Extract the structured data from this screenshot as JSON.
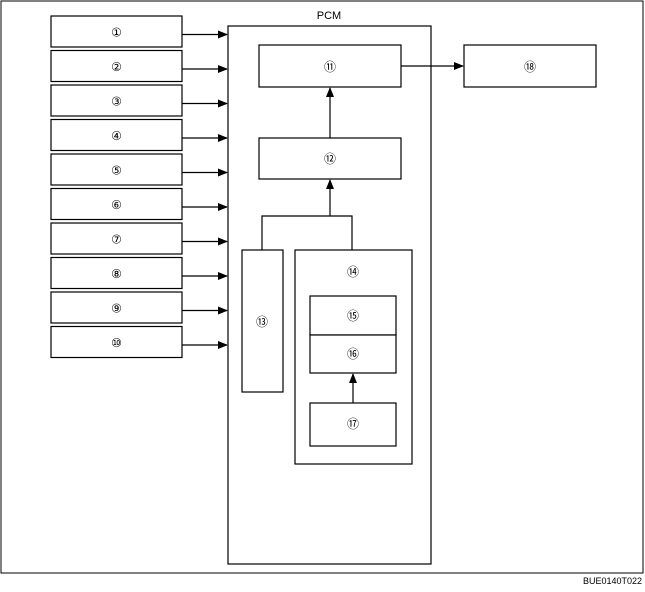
{
  "title": "PCM",
  "figure_code": "BUE0140T022",
  "inputs": [
    "①",
    "②",
    "③",
    "④",
    "⑤",
    "⑥",
    "⑦",
    "⑧",
    "⑨",
    "⑩"
  ],
  "blocks": {
    "b11": "⑪",
    "b12": "⑫",
    "b13": "⑬",
    "b14": "⑭",
    "b15": "⑮",
    "b16": "⑯",
    "b17": "⑰",
    "b18": "⑱"
  }
}
